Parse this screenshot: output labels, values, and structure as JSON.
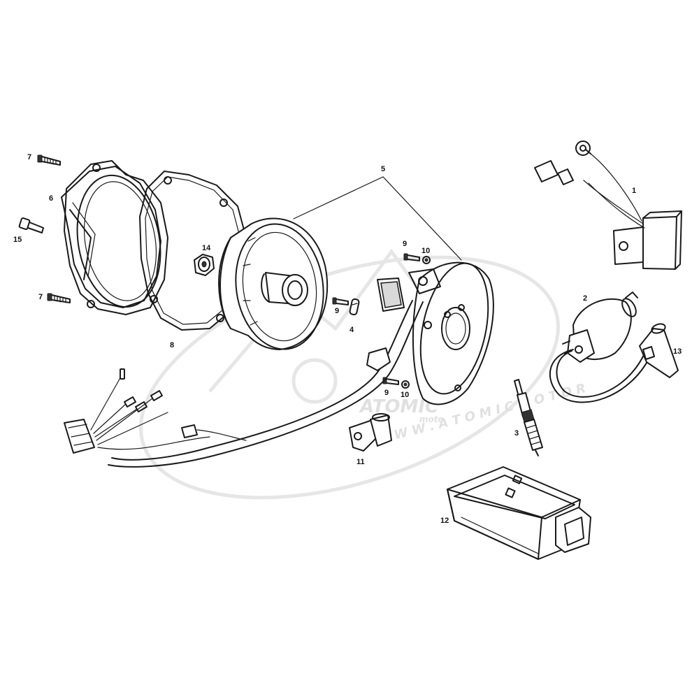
{
  "watermark": {
    "brand": "ATOMIC",
    "sub": "moto",
    "url": "W W W . A T O M I C M O T O R"
  },
  "callouts": {
    "p1": "1",
    "p2": "2",
    "p3": "3",
    "p4": "4",
    "p5": "5",
    "p6": "6",
    "p7a": "7",
    "p7b": "7",
    "p8": "8",
    "p9a": "9",
    "p9b": "9",
    "p9c": "9",
    "p10a": "10",
    "p10b": "10",
    "p11": "11",
    "p12": "12",
    "p13": "13",
    "p14": "14",
    "p15": "15"
  }
}
